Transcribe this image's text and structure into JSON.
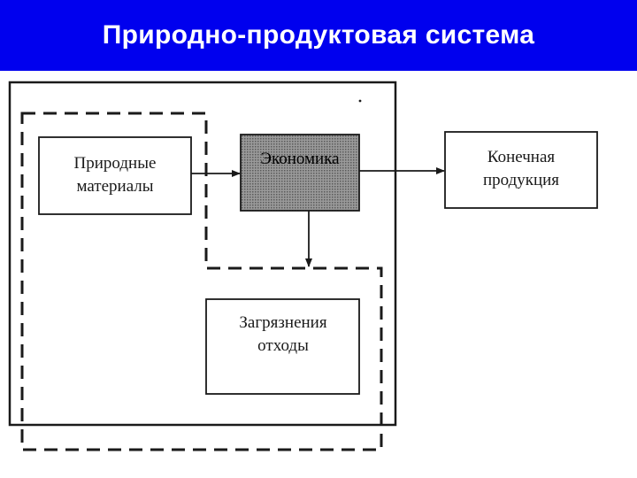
{
  "title": "Природно-продуктовая система",
  "diagram": {
    "natural_materials": [
      "Природные",
      "материалы"
    ],
    "economy": "Экономика",
    "final_products": [
      "Конечная",
      "продукция"
    ],
    "pollution_waste": [
      "Загрязнения",
      "отходы"
    ]
  },
  "colors": {
    "title_bar": "#0000ee",
    "title_text": "#ffffff",
    "economy_fill": "#8a8a8a",
    "lines": "#1a1a1a"
  }
}
